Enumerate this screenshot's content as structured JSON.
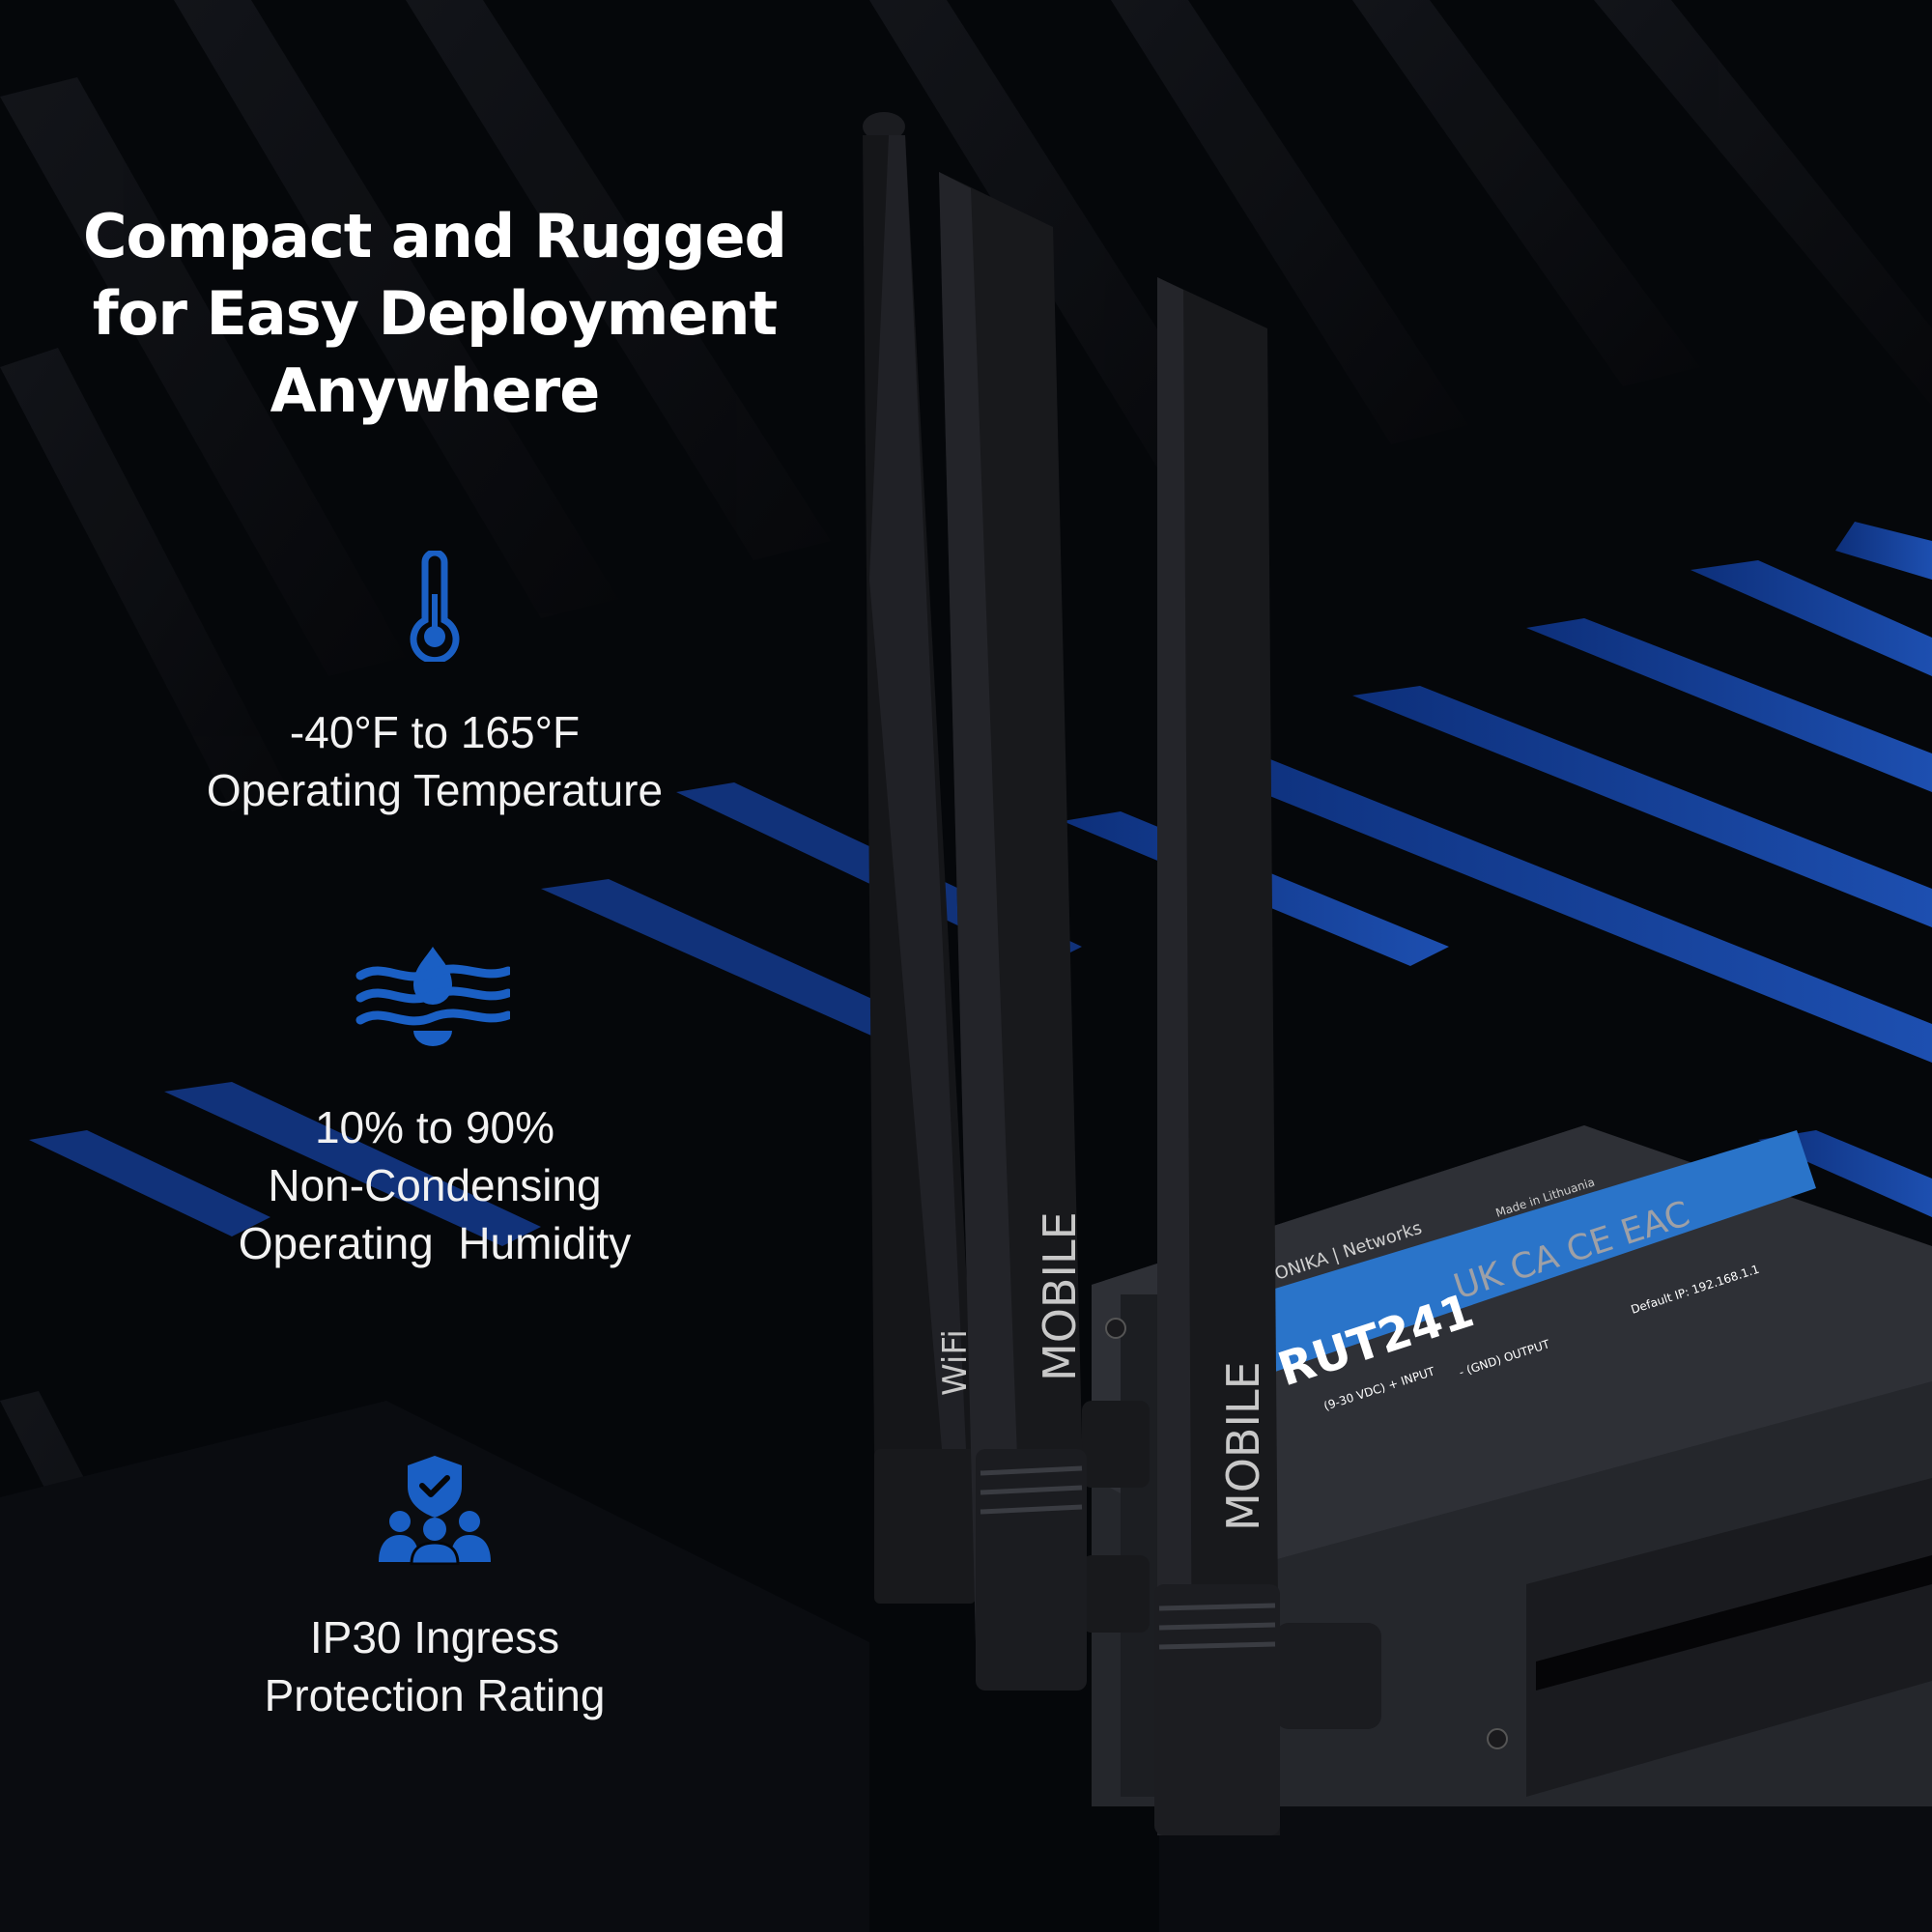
{
  "headline": {
    "line1": "Compact and Rugged",
    "line2": "for Easy Deployment",
    "line3": "Anywhere"
  },
  "features": [
    {
      "icon": "thermometer-icon",
      "line1": "-40°F to 165°F",
      "line2": "Operating Temperature"
    },
    {
      "icon": "humidity-waves-icon",
      "line1": "10% to 90%",
      "line2": "Non-Condensing",
      "line3": "Operating  Humidity"
    },
    {
      "icon": "shield-people-icon",
      "line1": "IP30 Ingress",
      "line2": "Protection Rating"
    }
  ],
  "device": {
    "model": "RUT241",
    "brand": "ONIKA | Networks",
    "antenna_wifi": "WiFi",
    "antenna_mobile_1": "MOBILE",
    "antenna_mobile_2": "MOBILE",
    "label_input": "(9-30 VDC) + INPUT",
    "label_output": "- (GND) OUTPUT",
    "label_default_ip": "Default IP: 192.168.1.1",
    "label_made_in": "Made in Lithuania",
    "label_marks": "UK CA CE EAC"
  },
  "colors": {
    "accent_blue": "#1a5fc4",
    "label_blue": "#2a74c9",
    "text": "#ffffff"
  }
}
